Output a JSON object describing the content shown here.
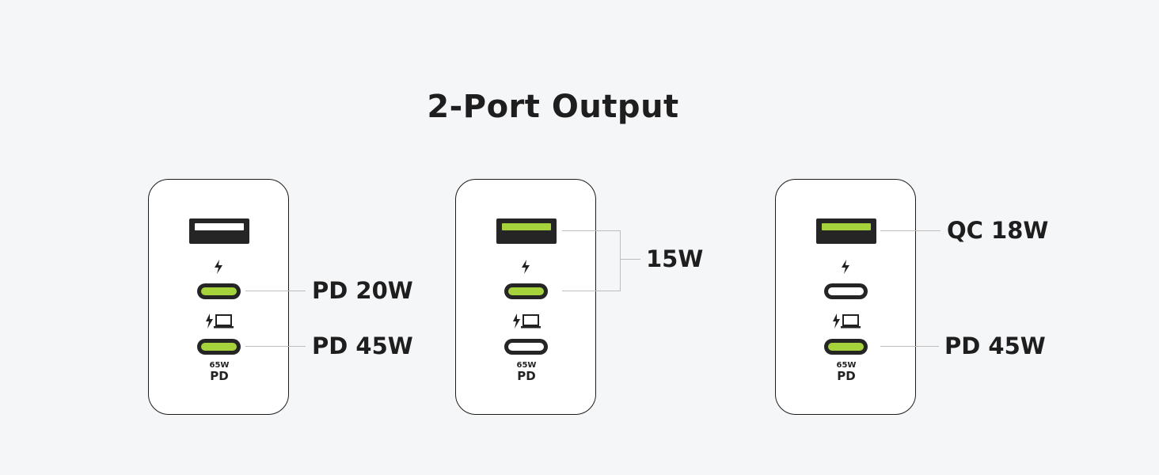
{
  "title": "2-Port Output",
  "icons": {
    "fast_charge": "lightning-bolt-icon",
    "laptop_charge": "bolt-laptop-icon"
  },
  "colors": {
    "active_port": "#a6d23c",
    "inactive_port": "#ffffff",
    "port_housing": "#252525",
    "background": "#f5f6f8"
  },
  "chargers": [
    {
      "usb_a_active": false,
      "usb_c1_active": true,
      "usb_c2_active": true,
      "badge_watt": "65W",
      "badge_pd": "PD",
      "labels": [
        "PD 20W",
        "PD 45W"
      ]
    },
    {
      "usb_a_active": true,
      "usb_c1_active": true,
      "usb_c2_active": false,
      "badge_watt": "65W",
      "badge_pd": "PD",
      "labels": [
        "15W"
      ]
    },
    {
      "usb_a_active": true,
      "usb_c1_active": false,
      "usb_c2_active": true,
      "badge_watt": "65W",
      "badge_pd": "PD",
      "labels": [
        "QC 18W",
        "PD 45W"
      ]
    }
  ]
}
